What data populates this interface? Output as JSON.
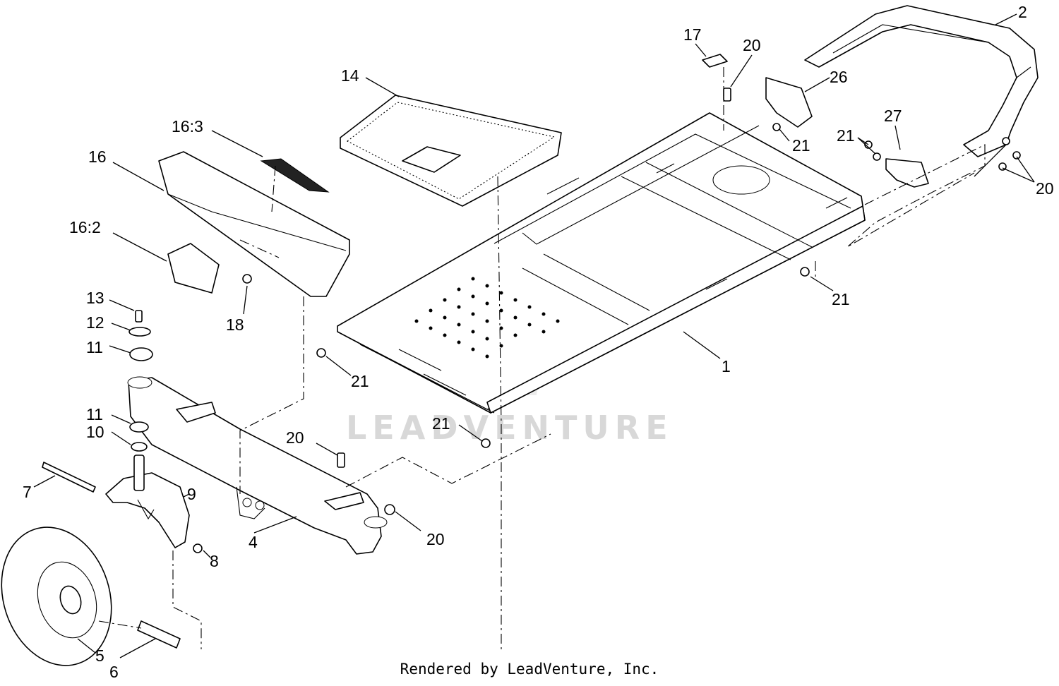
{
  "watermark": "LEADVENTURE",
  "credit": "Rendered by LeadVenture, Inc.",
  "callouts": {
    "c1": "1",
    "c2": "2",
    "c4": "4",
    "c5": "5",
    "c6": "6",
    "c7": "7",
    "c8": "8",
    "c9": "9",
    "c10": "10",
    "c11a": "11",
    "c11b": "11",
    "c12": "12",
    "c13": "13",
    "c14": "14",
    "c16": "16",
    "c16_2": "16:2",
    "c16_3": "16:3",
    "c17": "17",
    "c18": "18",
    "c20a": "20",
    "c20b": "20",
    "c20c": "20",
    "c20d": "20",
    "c21a": "21",
    "c21b": "21",
    "c21c": "21",
    "c21d": "21",
    "c21e": "21",
    "c26": "26",
    "c27": "27"
  }
}
